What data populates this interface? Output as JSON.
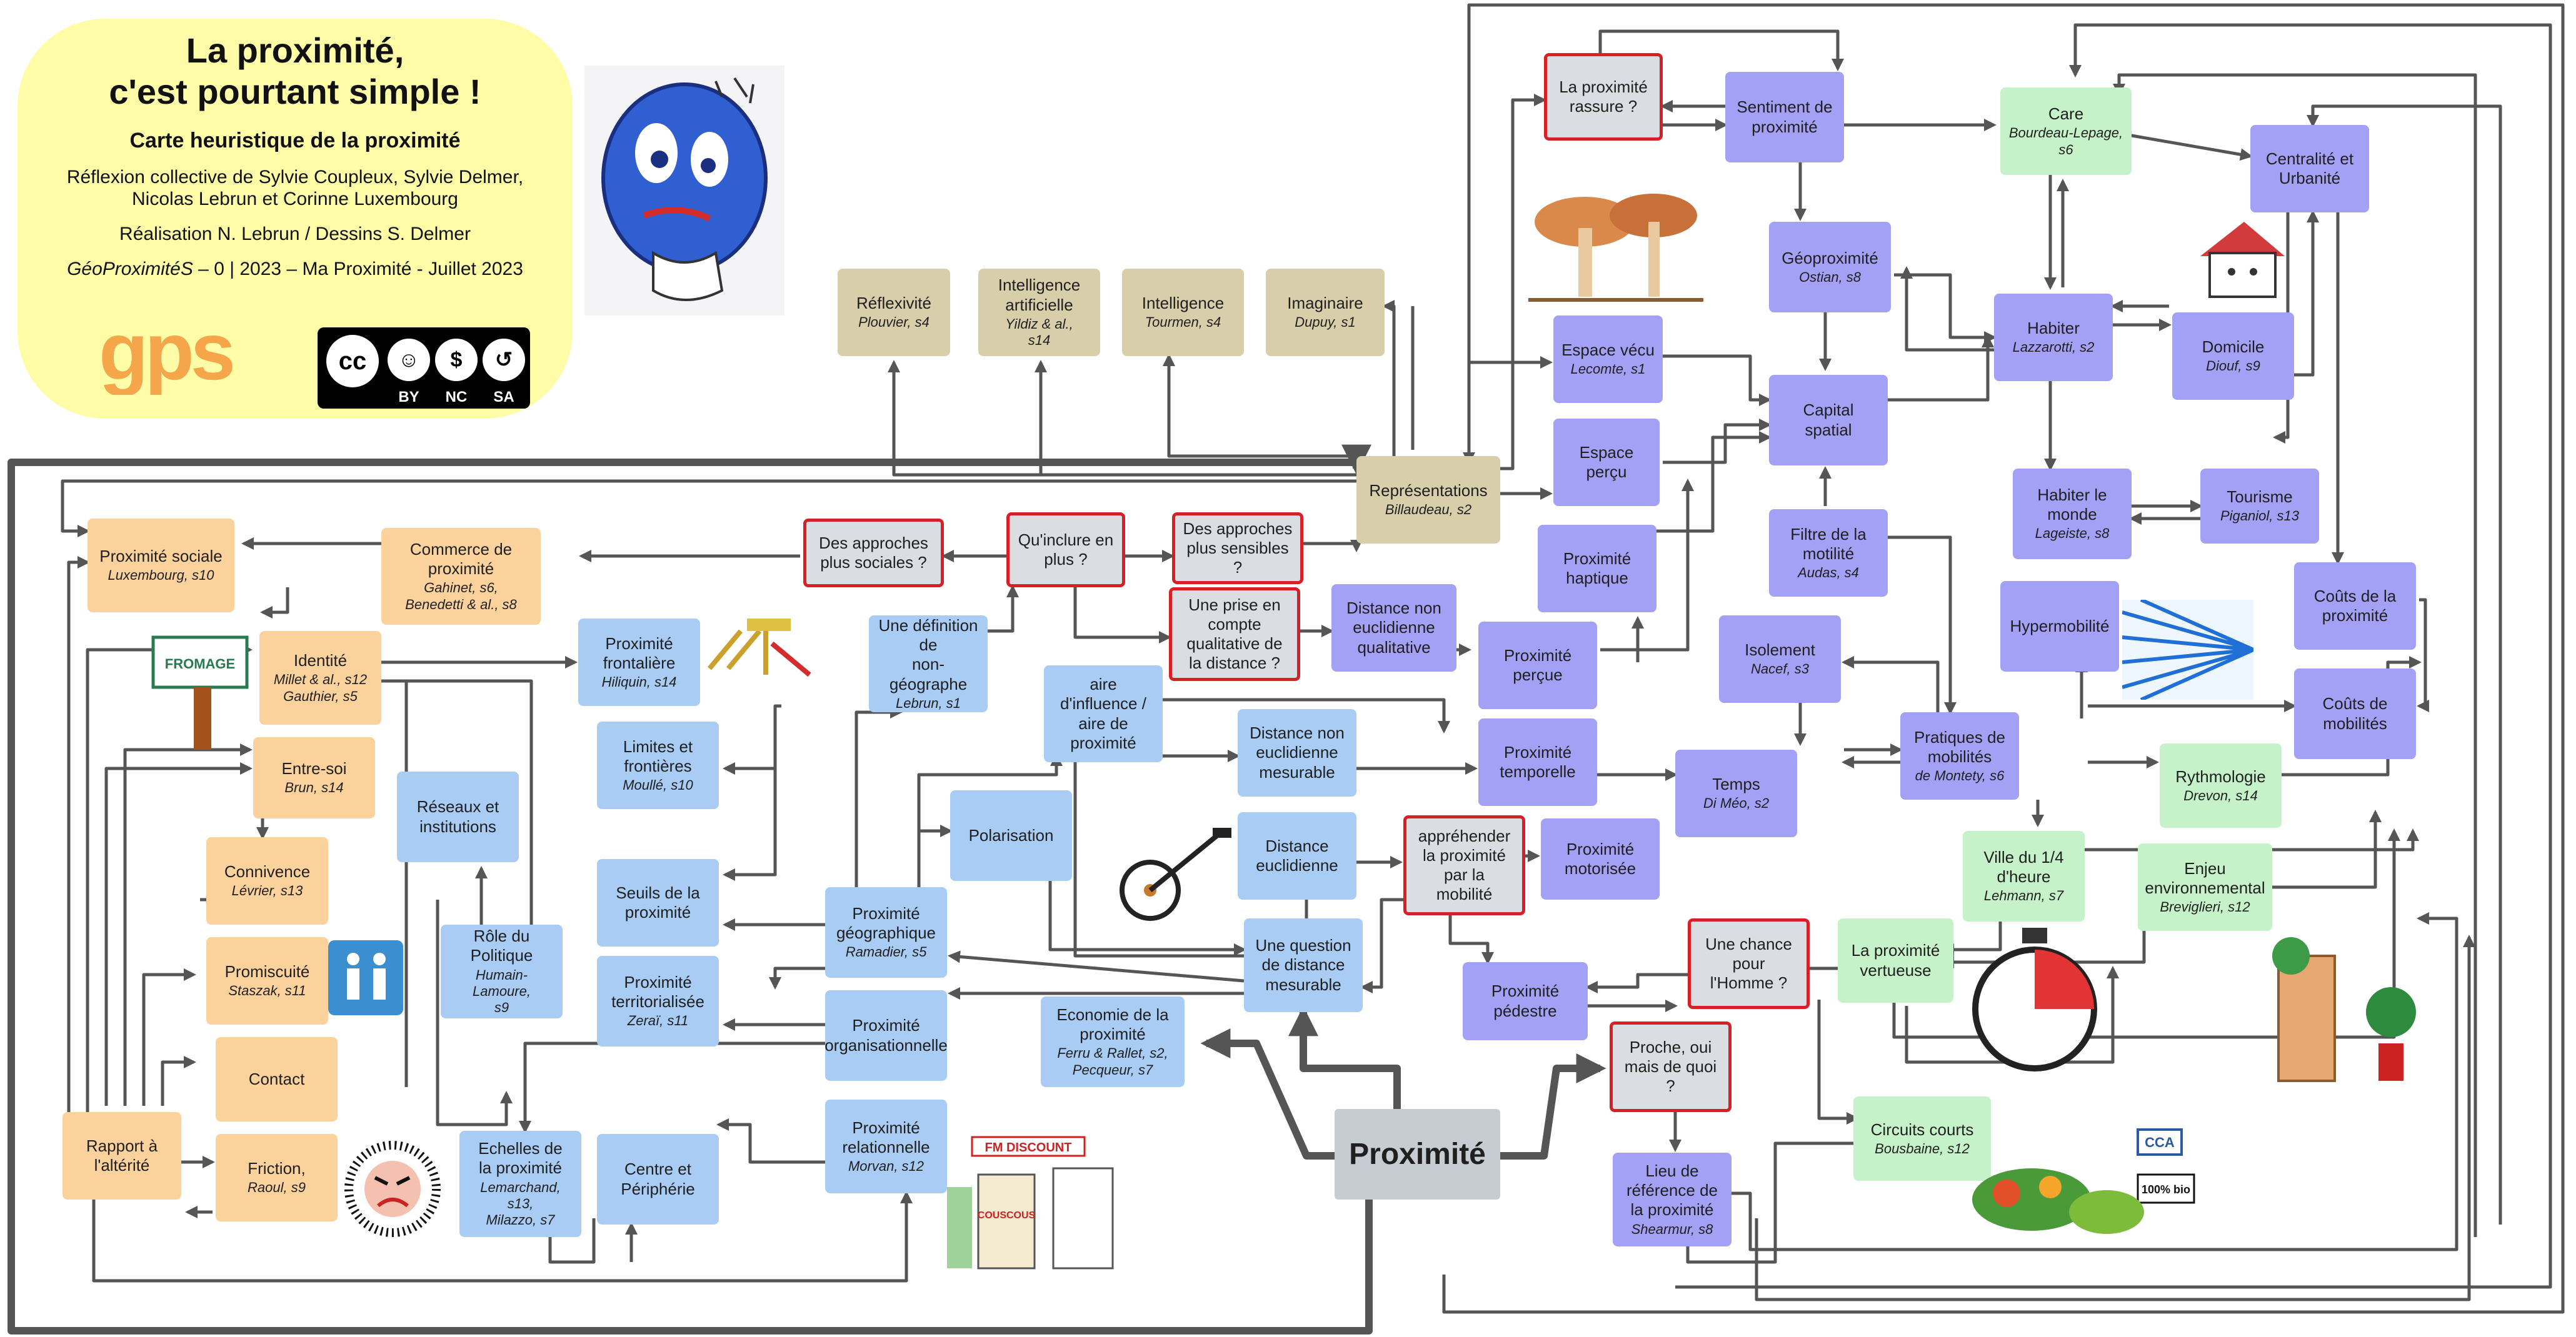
{
  "header": {
    "title": "La proximité,\nc'est pourtant simple !",
    "subtitle": "Carte heuristique de la proximité",
    "authors": "Réflexion collective de Sylvie Coupleux, Sylvie Delmer,\nNicolas Lebrun et Corinne Luxembourg",
    "realisation": "Réalisation N. Lebrun / Dessins S. Delmer",
    "source_italic": "GéoProximitéS",
    "source_rest": "  – 0 | 2023 – Ma Proximité - Juillet 2023",
    "logo_text": "gps",
    "license": {
      "cc": "cc",
      "by": "BY",
      "nc": "NC",
      "sa": "SA"
    }
  },
  "colors": {
    "orange": "#fcd29c",
    "blue": "#a8ccf4",
    "purple": "#a3a1f6",
    "green": "#c5f2c8",
    "tan": "#d8cfaa",
    "grey": "#dadde2",
    "red_border": "#d81f26",
    "edge": "#555555",
    "header_bg": "#fffca8",
    "logo": "#f5a64a"
  },
  "nodes": {
    "proximite": {
      "label": "Proximité",
      "ref": ""
    },
    "proximite_sociale": {
      "label": "Proximité sociale",
      "ref": "Luxembourg, s10"
    },
    "commerce": {
      "label": "Commerce de\nproximité",
      "ref": "Gahinet, s6,\nBenedetti & al., s8"
    },
    "approches_sociales": {
      "label": "Des approches\nplus sociales ?",
      "ref": ""
    },
    "quinclure": {
      "label": "Qu'inclure en\nplus ?",
      "ref": ""
    },
    "approches_sensibles": {
      "label": "Des approches\nplus sensibles ?",
      "ref": ""
    },
    "prise_compte": {
      "label": "Une prise en\ncompte\nqualitative de\nla distance ?",
      "ref": ""
    },
    "distance_non_eucl_qual": {
      "label": "Distance non\neuclidienne\nqualitative",
      "ref": ""
    },
    "representations": {
      "label": "Représentations",
      "ref": "Billaudeau, s2"
    },
    "reflexivite": {
      "label": "Réflexivité",
      "ref": "Plouvier, s4"
    },
    "ia": {
      "label": "Intelligence\nartificielle",
      "ref": "Yildiz & al.,\ns14"
    },
    "intelligence": {
      "label": "Intelligence",
      "ref": "Tourmen, s4"
    },
    "imaginaire": {
      "label": "Imaginaire",
      "ref": "Dupuy, s1"
    },
    "identite": {
      "label": "Identité",
      "ref": "Millet & al., s12\nGauthier, s5"
    },
    "entre_soi": {
      "label": "Entre-soi",
      "ref": "Brun, s14"
    },
    "connivence": {
      "label": "Connivence",
      "ref": "Lévrier, s13"
    },
    "promiscuite": {
      "label": "Promiscuité",
      "ref": "Staszak, s11"
    },
    "contact": {
      "label": "Contact",
      "ref": ""
    },
    "rapport_alterite": {
      "label": "Rapport à\nl'altérité",
      "ref": ""
    },
    "friction": {
      "label": "Friction,",
      "ref": "Raoul, s9"
    },
    "prox_frontaliere": {
      "label": "Proximité\nfrontalière",
      "ref": "Hiliquin, s14"
    },
    "limites_frontieres": {
      "label": "Limites et\nfrontières",
      "ref": "Moullé, s10"
    },
    "reseaux_institutions": {
      "label": "Réseaux et\ninstitutions",
      "ref": ""
    },
    "seuils": {
      "label": "Seuils de la\nproximité",
      "ref": ""
    },
    "role_politique": {
      "label": "Rôle du\nPolitique",
      "ref": "Humain-Lamoure,\ns9"
    },
    "prox_territorialisee": {
      "label": "Proximité\nterritorialisée",
      "ref": "Zeraï, s11"
    },
    "echelles": {
      "label": "Echelles de\nla proximité",
      "ref": "Lemarchand,\ns13,\nMilazzo, s7"
    },
    "centre_peripherie": {
      "label": "Centre et\nPériphérie",
      "ref": ""
    },
    "definition_non_geo": {
      "label": "Une définition\nde\nnon-géographe",
      "ref": "Lebrun, s1"
    },
    "aire_influence": {
      "label": "aire\nd'influence /\naire de\nproximité",
      "ref": ""
    },
    "polarisation": {
      "label": "Polarisation",
      "ref": ""
    },
    "prox_geographique": {
      "label": "Proximité\ngéographique",
      "ref": "Ramadier, s5"
    },
    "prox_organisationnelle": {
      "label": "Proximité\norganisationnelle",
      "ref": ""
    },
    "prox_relationnelle": {
      "label": "Proximité\nrelationnelle",
      "ref": "Morvan, s12"
    },
    "economie": {
      "label": "Economie de la\nproximité",
      "ref": "Ferru & Rallet, s2,\nPecqueur, s7"
    },
    "distance_non_eucl_mes": {
      "label": "Distance non\neuclidienne\nmesurable",
      "ref": ""
    },
    "distance_euclidienne": {
      "label": "Distance\neuclidienne",
      "ref": ""
    },
    "question_distance": {
      "label": "Une question\nde distance\nmesurable",
      "ref": ""
    },
    "apprehender": {
      "label": "appréhender\nla proximité\npar la\nmobilité",
      "ref": ""
    },
    "prox_pedestre": {
      "label": "Proximité\npédestre",
      "ref": ""
    },
    "prox_motorisee": {
      "label": "Proximité\nmotorisée",
      "ref": ""
    },
    "prox_temporelle": {
      "label": "Proximité\ntemporelle",
      "ref": ""
    },
    "prox_percue": {
      "label": "Proximité\nperçue",
      "ref": ""
    },
    "prox_haptique": {
      "label": "Proximité\nhaptique",
      "ref": ""
    },
    "espace_percu": {
      "label": "Espace perçu",
      "ref": ""
    },
    "espace_vecu": {
      "label": "Espace vécu",
      "ref": "Lecomte, s1"
    },
    "rassure": {
      "label": "La proximité\nrassure ?",
      "ref": ""
    },
    "sentiment": {
      "label": "Sentiment de\nproximité",
      "ref": ""
    },
    "geoproximite": {
      "label": "Géoproximité",
      "ref": "Ostian, s8"
    },
    "capital_spatial": {
      "label": "Capital\nspatial",
      "ref": ""
    },
    "filtre_motilite": {
      "label": "Filtre de la\nmotilité",
      "ref": "Audas, s4"
    },
    "isolement": {
      "label": "Isolement",
      "ref": "Nacef, s3"
    },
    "temps": {
      "label": "Temps",
      "ref": "Di Méo, s2"
    },
    "care": {
      "label": "Care",
      "ref": "Bourdeau-Lepage,\ns6"
    },
    "centralite": {
      "label": "Centralité et\nUrbanité",
      "ref": ""
    },
    "habiter": {
      "label": "Habiter",
      "ref": "Lazzarotti, s2"
    },
    "domicile": {
      "label": "Domicile",
      "ref": "Diouf, s9"
    },
    "habiter_monde": {
      "label": "Habiter le\nmonde",
      "ref": "Lageiste, s8"
    },
    "tourisme": {
      "label": "Tourisme",
      "ref": "Piganiol, s13"
    },
    "hypermobilite": {
      "label": "Hypermobilité",
      "ref": ""
    },
    "couts_proximite": {
      "label": "Coûts de la\nproximité",
      "ref": ""
    },
    "couts_mobilites": {
      "label": "Coûts de\nmobilités",
      "ref": ""
    },
    "pratiques_mobilites": {
      "label": "Pratiques de\nmobilités",
      "ref": "de Montety, s6"
    },
    "rythmologie": {
      "label": "Rythmologie",
      "ref": "Drevon, s14"
    },
    "ville_quart": {
      "label": "Ville du 1/4\nd'heure",
      "ref": "Lehmann, s7"
    },
    "enjeu_env": {
      "label": "Enjeu\nenvironnemental",
      "ref": "Breviglieri, s12"
    },
    "chance_homme": {
      "label": "Une chance\npour\nl'Homme ?",
      "ref": ""
    },
    "prox_vertueuse": {
      "label": "La proximité\nvertueuse",
      "ref": ""
    },
    "circuits_courts": {
      "label": "Circuits courts",
      "ref": "Bousbaine, s12"
    },
    "proche_oui": {
      "label": "Proche, oui\nmais de quoi\n?",
      "ref": ""
    },
    "lieu_reference": {
      "label": "Lieu de\nréférence de\nla proximité",
      "ref": "Shearmur, s8"
    }
  },
  "illustrations": {
    "fromage_sign": "FROMAGE",
    "fm_discount": "FM DISCOUNT",
    "couscous": "COUSCOUS",
    "cca_sign": "CCA",
    "bio_label": "100% bio"
  }
}
